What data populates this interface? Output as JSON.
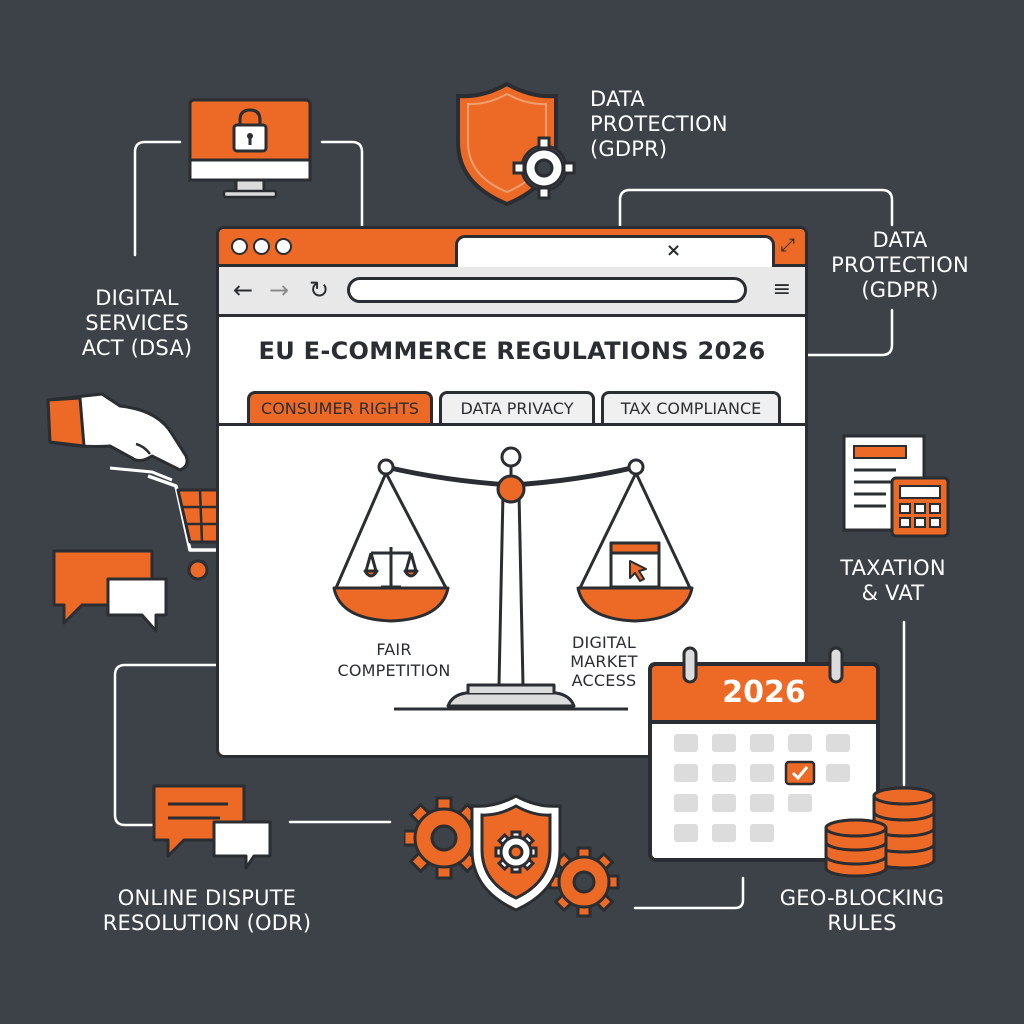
{
  "colors": {
    "background": "#3c4248",
    "accent": "#ec6a25",
    "outline": "#2a2d31",
    "white": "#ffffff",
    "light_gray": "#dcdcdc"
  },
  "labels": {
    "dsa": [
      "DIGITAL",
      "SERVICES",
      "ACT (DSA)"
    ],
    "gdpr_top": [
      "DATA",
      "PROTECTION",
      "(GDPR)"
    ],
    "gdpr_right": [
      "DATA",
      "PROTECTION",
      "(GDPR)"
    ],
    "taxation": [
      "TAXATION",
      "& VAT"
    ],
    "odr": [
      "ONLINE DISPUTE",
      "RESOLUTION (ODR)"
    ],
    "geo": [
      "GEO-BLOCKING",
      "RULES"
    ]
  },
  "browser": {
    "page_title": "EU E-COMMERCE REGULATIONS 2026",
    "tabs": [
      "CONSUMER RIGHTS",
      "DATA PRIVACY",
      "TAX COMPLIANCE"
    ],
    "active_tab": 0,
    "scale_left_label": [
      "FAIR",
      "COMPETITION"
    ],
    "scale_right_label": [
      "DIGITAL",
      "MARKET",
      "ACCESS"
    ],
    "tab_close_glyph": "×",
    "expand_glyph": "⤢",
    "back_glyph": "←",
    "forward_glyph": "→",
    "reload_glyph": "↻",
    "menu_glyph": "≡"
  },
  "calendar": {
    "year": "2026"
  },
  "icons": [
    "monitor-lock-icon",
    "shield-gear-icon",
    "hand-cart-icon",
    "chat-bubbles-icon",
    "invoice-calculator-icon",
    "calendar-icon",
    "coins-icon",
    "gears-shield-icon",
    "scale-icon"
  ]
}
